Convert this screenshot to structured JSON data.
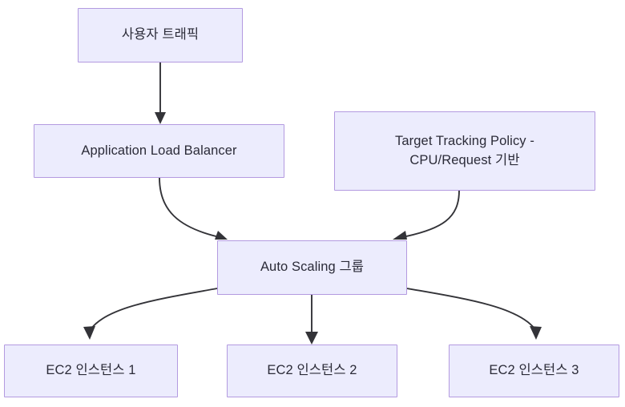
{
  "diagram": {
    "type": "flowchart",
    "direction": "top-down",
    "background_color": "#ffffff",
    "node_fill_color": "#ececfd",
    "node_border_color": "#b39ae0",
    "node_text_color": "#2b2b38",
    "edge_color": "#333338",
    "nodes": [
      {
        "id": "user-traffic",
        "label": "사용자 트래픽"
      },
      {
        "id": "alb",
        "label": "Application Load Balancer"
      },
      {
        "id": "policy",
        "label": "Target Tracking Policy -\nCPU/Request 기반"
      },
      {
        "id": "asg",
        "label": "Auto Scaling 그룹"
      },
      {
        "id": "ec2-1",
        "label": "EC2 인스턴스 1"
      },
      {
        "id": "ec2-2",
        "label": "EC2 인스턴스 2"
      },
      {
        "id": "ec2-3",
        "label": "EC2 인스턴스 3"
      }
    ],
    "edges": [
      {
        "from": "user-traffic",
        "to": "alb",
        "label": "",
        "style": "straight-arrow"
      },
      {
        "from": "alb",
        "to": "asg",
        "label": "",
        "style": "curved-arrow"
      },
      {
        "from": "policy",
        "to": "asg",
        "label": "",
        "style": "curved-arrow"
      },
      {
        "from": "asg",
        "to": "ec2-1",
        "label": "",
        "style": "curved-arrow"
      },
      {
        "from": "asg",
        "to": "ec2-2",
        "label": "",
        "style": "straight-arrow"
      },
      {
        "from": "asg",
        "to": "ec2-3",
        "label": "",
        "style": "curved-arrow"
      }
    ]
  }
}
